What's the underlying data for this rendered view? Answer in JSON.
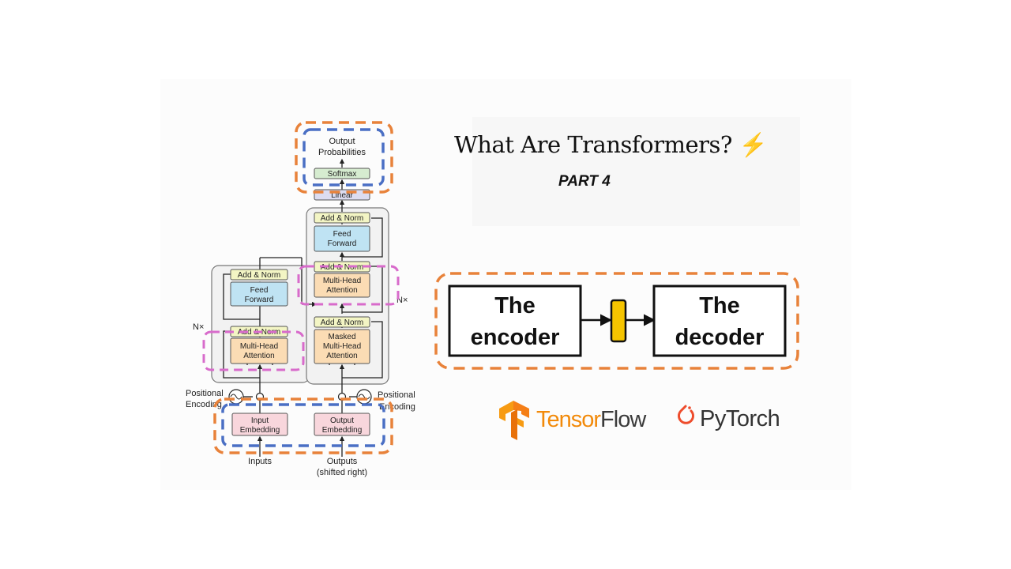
{
  "title": "What Are Transformers? ⚡",
  "subtitle": "PART 4",
  "diagram": {
    "output_probabilities": [
      "Output",
      "Probabilities"
    ],
    "softmax": "Softmax",
    "linear": "Linear",
    "add_norm": "Add & Norm",
    "feed_forward": [
      "Feed",
      "Forward"
    ],
    "multi_head_attention": [
      "Multi-Head",
      "Attention"
    ],
    "masked_multi_head_attention": [
      "Masked",
      "Multi-Head",
      "Attention"
    ],
    "nx": "N×",
    "positional_encoding": [
      "Positional",
      "Encoding"
    ],
    "input_embedding": [
      "Input",
      "Embedding"
    ],
    "output_embedding": [
      "Output",
      "Embedding"
    ],
    "inputs": "Inputs",
    "outputs": [
      "Outputs",
      "(shifted right)"
    ]
  },
  "encoder_decoder": {
    "encoder": [
      "The",
      "encoder"
    ],
    "decoder": [
      "The",
      "decoder"
    ]
  },
  "logos": {
    "tensorflow": [
      "Tensor",
      "Flow"
    ],
    "pytorch": "PyTorch"
  },
  "colors": {
    "orange_dash": "#e8823a",
    "blue_dash": "#4a6fc4",
    "pink_dash": "#d86bcb",
    "add_norm_fill": "#f3f5c4",
    "feed_forward_fill": "#bfe3f3",
    "attention_fill": "#fbdcb4",
    "embedding_fill": "#f8d6dc",
    "softmax_fill": "#d6ecd0",
    "linear_fill": "#dcdcf0",
    "connector_fill": "#f5c400"
  }
}
